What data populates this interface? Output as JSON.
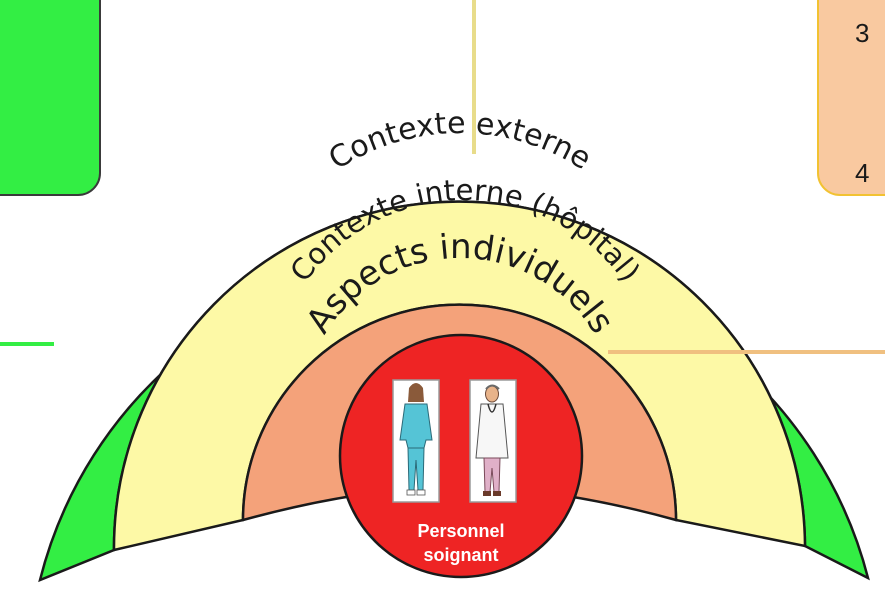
{
  "diagram": {
    "layers": [
      {
        "id": "external",
        "label": "Contexte externe",
        "color": "#33ee44"
      },
      {
        "id": "internal",
        "label": "Contexte interne (hôpital)",
        "color": "#fdf9a6"
      },
      {
        "id": "individual",
        "label": "Aspects individuels",
        "color": "#f4a27a"
      }
    ],
    "center": {
      "line1": "Personnel",
      "line2": "soignant",
      "color": "#ee2424"
    },
    "side_boxes": {
      "left_color": "#33ee44",
      "right_color": "#f9c9a0",
      "right_items": [
        "3",
        "4"
      ]
    },
    "connector_colors": {
      "top": "#e8dc8a",
      "left": "#33ee44",
      "right": "#f0c080"
    }
  }
}
